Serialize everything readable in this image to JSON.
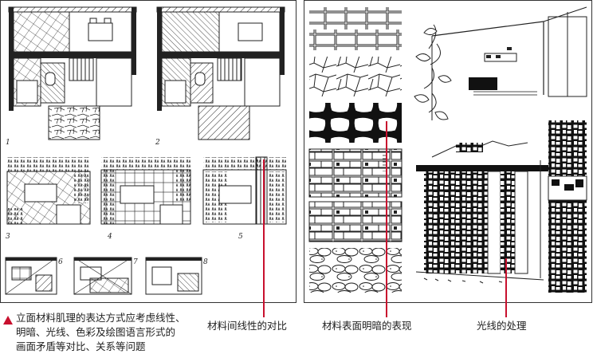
{
  "colors": {
    "accent": "#c8102e",
    "ink": "#1e1e1e"
  },
  "icons": {
    "caption_marker": "red-triangle-icon"
  },
  "left_panel": {
    "plans": [
      "1",
      "2",
      "3",
      "4",
      "5",
      "6",
      "7",
      "8"
    ]
  },
  "captions": {
    "main_lines": [
      "立面材料肌理的表达方式应考虑线性、",
      "明暗、光线、色彩及绘图语言形式的",
      "画面矛盾等对比、关系等问题"
    ],
    "line_contrast": "材料间线性的对比",
    "surface_shading": "材料表面明暗的表现",
    "light_treatment": "光线的处理"
  }
}
